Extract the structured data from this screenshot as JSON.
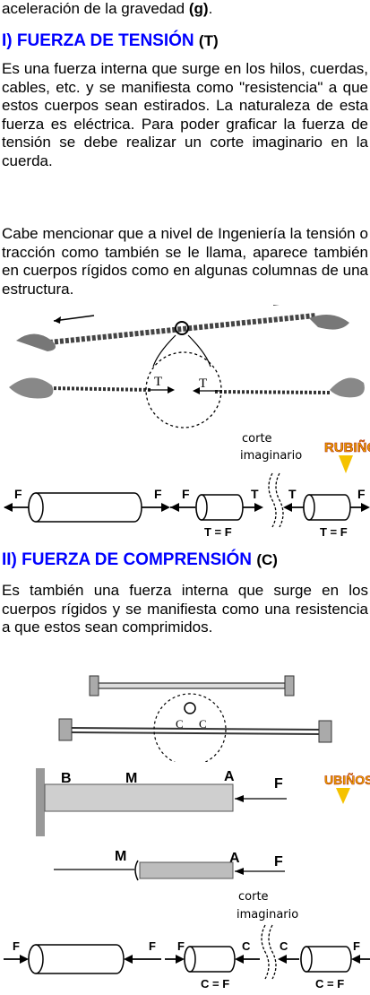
{
  "intro_line": {
    "text": "aceleración de la gravedad ",
    "bold": "(g)",
    "end": "."
  },
  "tension": {
    "heading": "I) FUERZA DE TENSIÓN",
    "symbol": "(T)",
    "paragraph1": "Es una fuerza interna que surge en los hilos, cuerdas, cables, etc. y se manifiesta como \"resistencia\" a que estos cuerpos sean estirados. La naturaleza de esta fuerza es eléctrica. Para poder graficar la fuerza de tensión se debe realizar un corte imaginario en la cuerda.",
    "paragraph2": "Cabe mencionar que a nivel de Ingeniería la tensión o tracción como también se le llama, aparece también en cuerpos rígidos como en algunas columnas de una estructura.",
    "fig": {
      "t_left": "T",
      "t_right": "T"
    },
    "cut_label_1": "corte",
    "cut_label_2": "imaginario",
    "logo": "RUBIÑOS",
    "force_f": "F",
    "force_t": "T",
    "eq_left": "T = F",
    "eq_right": "T = F"
  },
  "compression": {
    "heading": "II) FUERZA DE COMPRENSIÓN",
    "symbol": "(C)",
    "paragraph": "Es también una fuerza interna que surge en los cuerpos rígidos y se manifiesta como una resistencia a que estos sean comprimidos.",
    "fig": {
      "c_left": "C",
      "c_right": "C"
    },
    "bar_labels": {
      "b": "B",
      "m": "M",
      "a": "A",
      "f": "F"
    },
    "bar2_labels": {
      "m": "M",
      "a": "A",
      "f": "F"
    },
    "logo": "UBIÑOS",
    "cut_label_1": "corte",
    "cut_label_2": "imaginario",
    "force_f": "F",
    "force_c": "C",
    "eq_left": "C = F",
    "eq_right": "C = F"
  }
}
